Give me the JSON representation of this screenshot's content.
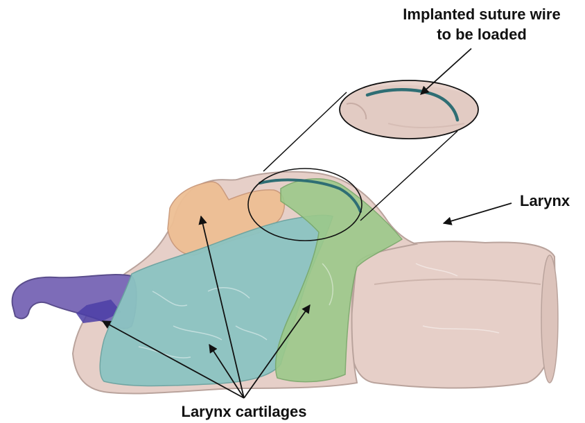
{
  "labels": {
    "suture_line1": "Implanted suture wire",
    "suture_line2": "to be loaded",
    "larynx": "Larynx",
    "cartilages": "Larynx cartilages"
  },
  "colors": {
    "background": "#ffffff",
    "tissue": "#e6cfc8",
    "tissue_shadow": "#c4aaa2",
    "cartilage_purple": "#7d6cb8",
    "cartilage_orange": "#eebf94",
    "cartilage_teal": "#8cc4c2",
    "cartilage_green": "#9cc98a",
    "suture_wire": "#2e6e74",
    "annotation": "#111111"
  },
  "icons": {
    "arrow": "arrow-icon",
    "zoom_inset": "magnifier-ellipse"
  }
}
